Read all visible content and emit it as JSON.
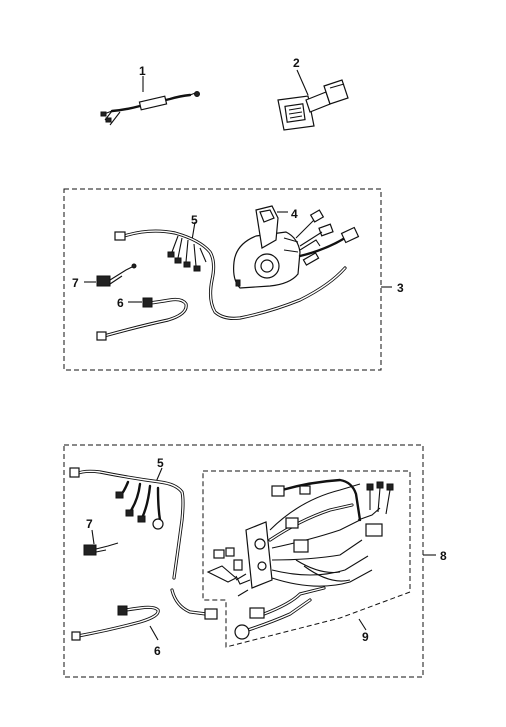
{
  "callouts": {
    "c1": "1",
    "c2": "2",
    "c3": "3",
    "c4": "4",
    "c5a": "5",
    "c6a": "6",
    "c7a": "7",
    "c5b": "5",
    "c6b": "6",
    "c7b": "7",
    "c8": "8",
    "c9": "9"
  }
}
